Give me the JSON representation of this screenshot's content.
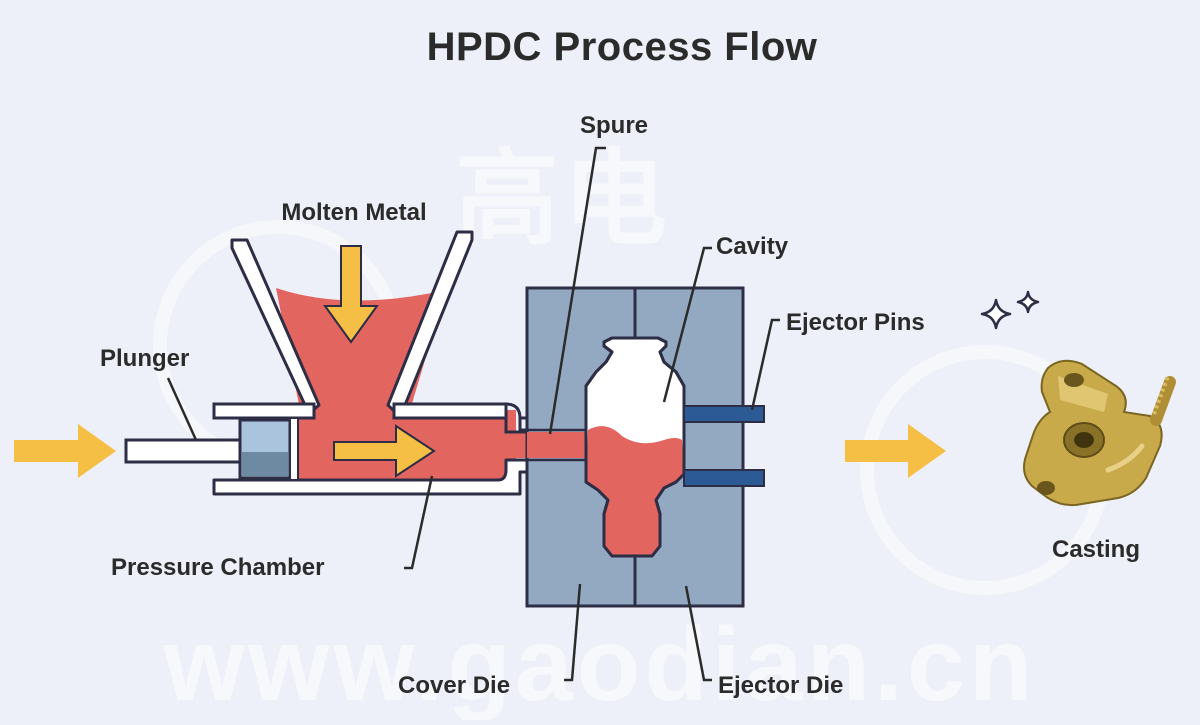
{
  "title": "HPDC Process Flow",
  "labels": {
    "spure": "Spure",
    "molten_metal": "Molten Metal",
    "cavity": "Cavity",
    "ejector_pins": "Ejector Pins",
    "plunger": "Plunger",
    "pressure_chamber": "Pressure Chamber",
    "cover_die": "Cover Die",
    "ejector_die": "Ejector Die",
    "casting": "Casting"
  },
  "watermark": {
    "url": "www.gaodian.cn",
    "chinese": "高电"
  },
  "colors": {
    "background": "#edf0f8",
    "molten_metal": "#e2655f",
    "die": "#93a9c2",
    "arrow": "#f5be45",
    "outline": "#2d2d45",
    "ejector_pin": "#2c5a94",
    "plunger_tip": "#a9c4dc",
    "plunger_tip_dark": "#6e8aa3",
    "casting": "#c9aa4a"
  }
}
